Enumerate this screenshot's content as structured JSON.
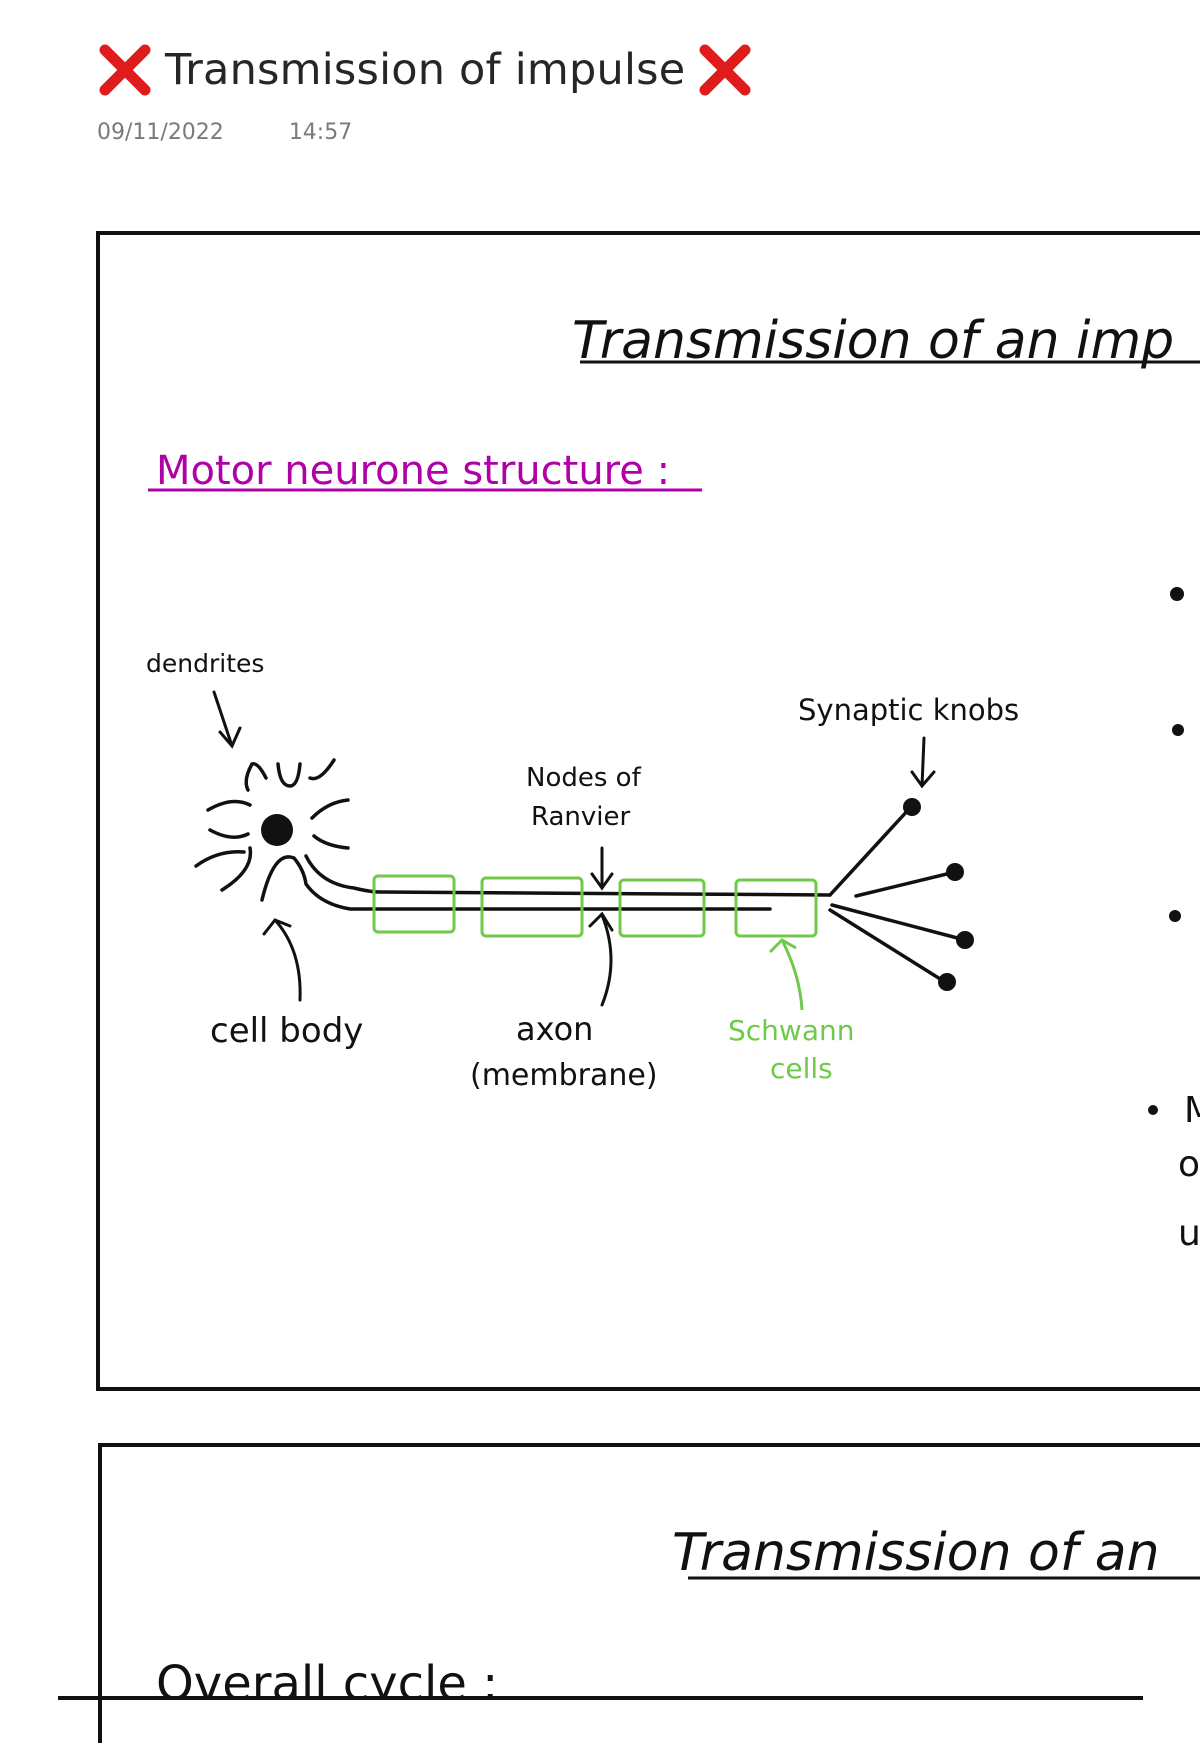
{
  "page": {
    "title": "Transmission of impulse",
    "date": "09/11/2022",
    "time": "14:57"
  },
  "note1": {
    "heading": "Transmission of an imp",
    "subheading": "Motor neurone structure :",
    "labels": {
      "dendrites": "dendrites",
      "cell_body": "cell body",
      "nodes": "Nodes of",
      "ranvier": "Ranvier",
      "axon": "axon",
      "membrane": "(membrane)",
      "synaptic": "Synaptic knobs",
      "schwann1": "Schwann",
      "schwann2": "cells"
    },
    "bullet_fragments": [
      "",
      "",
      "",
      "M",
      "o",
      "u"
    ]
  },
  "note2": {
    "heading": "Transmission of an",
    "subheading": "Overall cycle :"
  },
  "colors": {
    "ink": "#111111",
    "purple": "#b000a8",
    "green": "#6fc94a",
    "red": "#e01b1b"
  },
  "icons": {
    "left": "red-x-icon",
    "right": "red-x-icon"
  }
}
